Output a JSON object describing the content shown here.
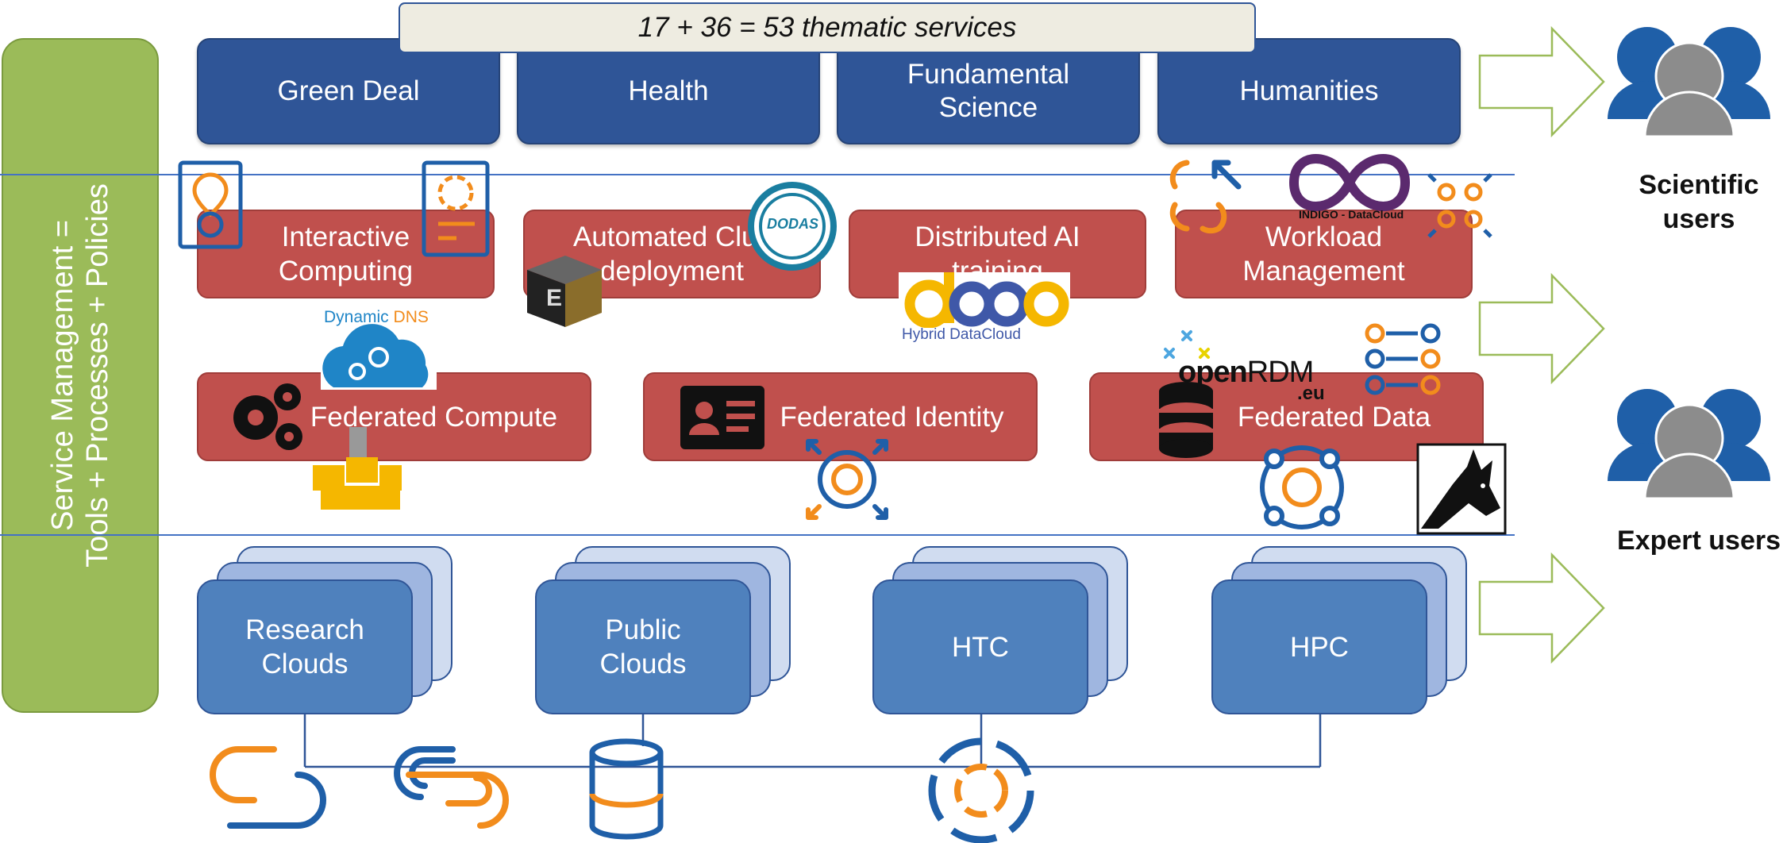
{
  "title": "17 + 36 = 53 thematic services",
  "service_management": {
    "line1": "Service Management =",
    "line2": "Tools + Processes + Policies"
  },
  "thematic_services": [
    {
      "label": "Green Deal"
    },
    {
      "label": "Health"
    },
    {
      "label": "Fundamental Science"
    },
    {
      "label": "Humanities"
    }
  ],
  "platform_services": [
    {
      "label": "Interactive Computing"
    },
    {
      "label": "Automated Clus deployment"
    },
    {
      "label": "Distributed AI training"
    },
    {
      "label": "Workload Management"
    }
  ],
  "federation_services": [
    {
      "label": "Federated Compute"
    },
    {
      "label": "Federated Identity"
    },
    {
      "label": "Federated Data"
    }
  ],
  "infrastructure": [
    {
      "label": "Research Clouds"
    },
    {
      "label": "Public Clouds"
    },
    {
      "label": "HTC"
    },
    {
      "label": "HPC"
    }
  ],
  "users": [
    {
      "label": "Scientific users"
    },
    {
      "label": "Expert users"
    }
  ],
  "logos": {
    "dodas": "DODAS",
    "indigo": "INDIGO - DataCloud",
    "dynamic": "Dynamic",
    "dns": "DNS",
    "deep_sub": "Hybrid DataCloud",
    "openrdm_open": "open",
    "openrdm_rdm": "RDM",
    "openrdm_eu": ".eu"
  },
  "colors": {
    "thematic": "#2f5597",
    "service": "#c0504d",
    "infrastructure": "#4f81bd",
    "management": "#9bbb59",
    "accent_orange": "#f28c1c",
    "accent_blue": "#1f5fa8"
  }
}
